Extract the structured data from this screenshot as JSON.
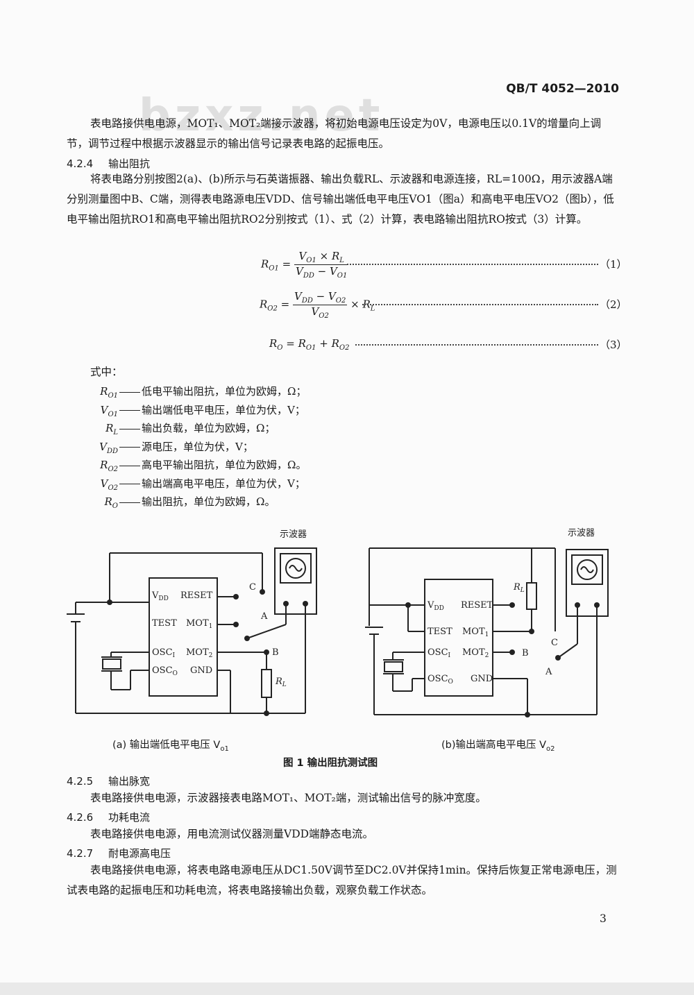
{
  "header": {
    "standard_code": "QB/T 4052—2010"
  },
  "watermark": "bzxz.net",
  "intro_paragraph": "表电路接供电电源，MOT₁、MOT₂端接示波器，将初始电源电压设定为0V，电源电压以0.1V的增量向上调节，调节过程中根据示波器显示的输出信号记录表电路的起振电压。",
  "section_424": {
    "number": "4.2.4",
    "title": "输出阻抗",
    "paragraph": "将表电路分别按图2(a)、(b)所示与石英谐振器、输出负载RL、示波器和电源连接，RL=100Ω，用示波器A端分别测量图中B、C端，测得表电路源电压VDD、信号输出端低电平电压VO1（图a）和高电平电压VO2（图b），低电平输出阻抗RO1和高电平输出阻抗RO2分别按式（1）、式（2）计算，表电路输出阻抗RO按式（3）计算。"
  },
  "formulas": {
    "f1": {
      "lhs": "R",
      "lhs_sub": "O1",
      "num": "V",
      "num_sub": "O1",
      "num2": " × R",
      "num2_sub": "L",
      "den": "V",
      "den_sub": "DD",
      "den2": " − V",
      "den2_sub": "O1",
      "eqno": "（1）"
    },
    "f2": {
      "lhs": "R",
      "lhs_sub": "O2",
      "num": "V",
      "num_sub": "DD",
      "num2": " − V",
      "num2_sub": "O2",
      "den": "V",
      "den_sub": "O2",
      "tail": "× R",
      "tail_sub": "L",
      "eqno": "（2）"
    },
    "f3": {
      "lhs": "R",
      "lhs_sub": "O",
      "rhs1": "R",
      "rhs1_sub": "O1",
      "plus": " + ",
      "rhs2": "R",
      "rhs2_sub": "O2",
      "eqno": "（3）"
    }
  },
  "where_label": "式中：",
  "variables": [
    {
      "sym": "R",
      "sub": "O1",
      "desc": "低电平输出阻抗，单位为欧姆，Ω；"
    },
    {
      "sym": "V",
      "sub": "O1",
      "desc": "输出端低电平电压，单位为伏，V；"
    },
    {
      "sym": "R",
      "sub": "L",
      "desc": "输出负载，单位为欧姆，Ω；"
    },
    {
      "sym": "V",
      "sub": "DD",
      "desc": "源电压，单位为伏，V；"
    },
    {
      "sym": "R",
      "sub": "O2",
      "desc": "高电平输出阻抗，单位为欧姆，Ω。"
    },
    {
      "sym": "V",
      "sub": "O2",
      "desc": "输出端高电平电压，单位为伏，V；"
    },
    {
      "sym": "R",
      "sub": "O",
      "desc": "输出阻抗，单位为欧姆，Ω。"
    }
  ],
  "figure": {
    "oscilloscope_label": "示波器",
    "pins": {
      "vdd": "V",
      "vdd_sub": "DD",
      "reset": "RESET",
      "test": "TEST",
      "mot1": "MOT",
      "mot1_sub": "1",
      "mot2": "MOT",
      "mot2_sub": "2",
      "osci": "OSC",
      "osci_sub": "I",
      "osco": "OSC",
      "osco_sub": "O",
      "gnd": "GND"
    },
    "nodes": {
      "a": "A",
      "b": "B",
      "c": "C"
    },
    "rl": "R",
    "rl_sub": "L",
    "caption_a": "(a)  输出端低电平电压 V",
    "caption_a_sub": "o1",
    "caption_b": "(b)输出端高电平电压 V",
    "caption_b_sub": "o2",
    "title": "图 1   输出阻抗测试图"
  },
  "section_425": {
    "number": "4.2.5",
    "title": "输出脉宽",
    "paragraph": "表电路接供电电源，示波器接表电路MOT₁、MOT₂端，测试输出信号的脉冲宽度。"
  },
  "section_426": {
    "number": "4.2.6",
    "title": "功耗电流",
    "paragraph": "表电路接供电电源，用电流测试仪器测量VDD端静态电流。"
  },
  "section_427": {
    "number": "4.2.7",
    "title": "耐电源高电压",
    "paragraph": "表电路接供电电源，将表电路电源电压从DC1.50V调节至DC2.0V并保持1min。保持后恢复正常电源电压，测试表电路的起振电压和功耗电流，将表电路接输出负载，观察负载工作状态。"
  },
  "page_number": "3"
}
